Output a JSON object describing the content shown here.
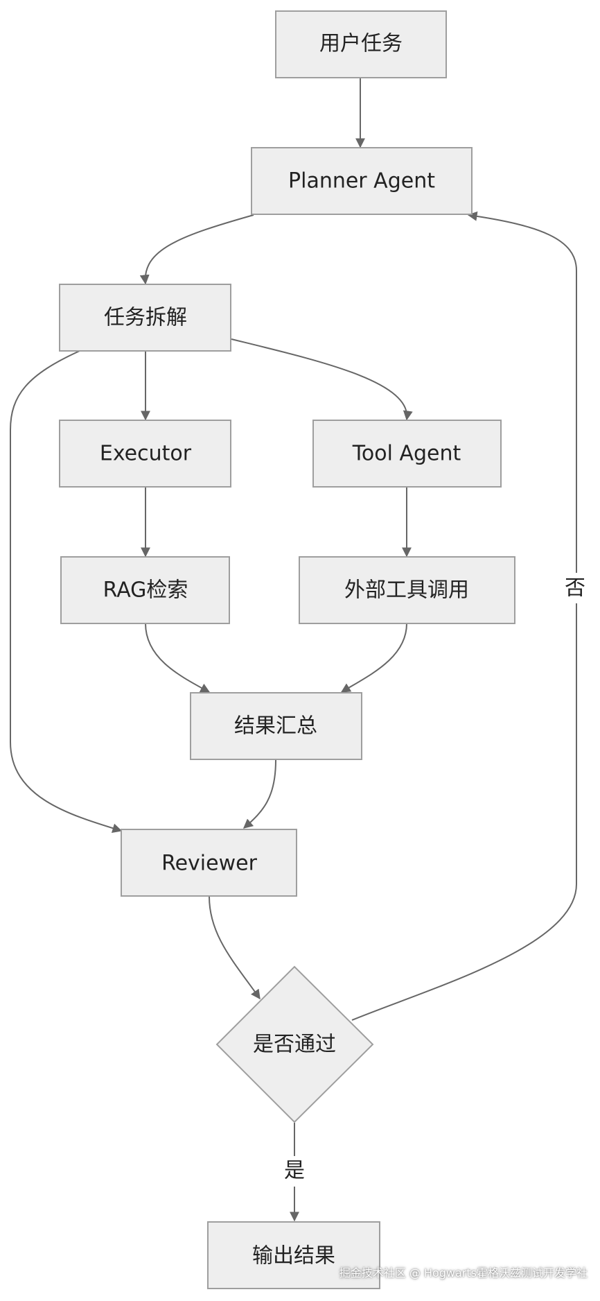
{
  "nodes": {
    "user_task": "用户任务",
    "planner": "Planner Agent",
    "decompose": "任务拆解",
    "executor": "Executor",
    "tool_agent": "Tool Agent",
    "rag": "RAG检索",
    "external_tool": "外部工具调用",
    "aggregate": "结果汇总",
    "reviewer": "Reviewer",
    "pass_check": "是否通过",
    "output": "输出结果"
  },
  "edges": {
    "no_label": "否",
    "yes_label": "是"
  },
  "watermark": "掘金技术社区 @ Hogwarts霍格沃兹测试开发学社",
  "colors": {
    "node_fill": "#eeeeee",
    "node_stroke": "#9e9e9e",
    "edge": "#666666"
  }
}
